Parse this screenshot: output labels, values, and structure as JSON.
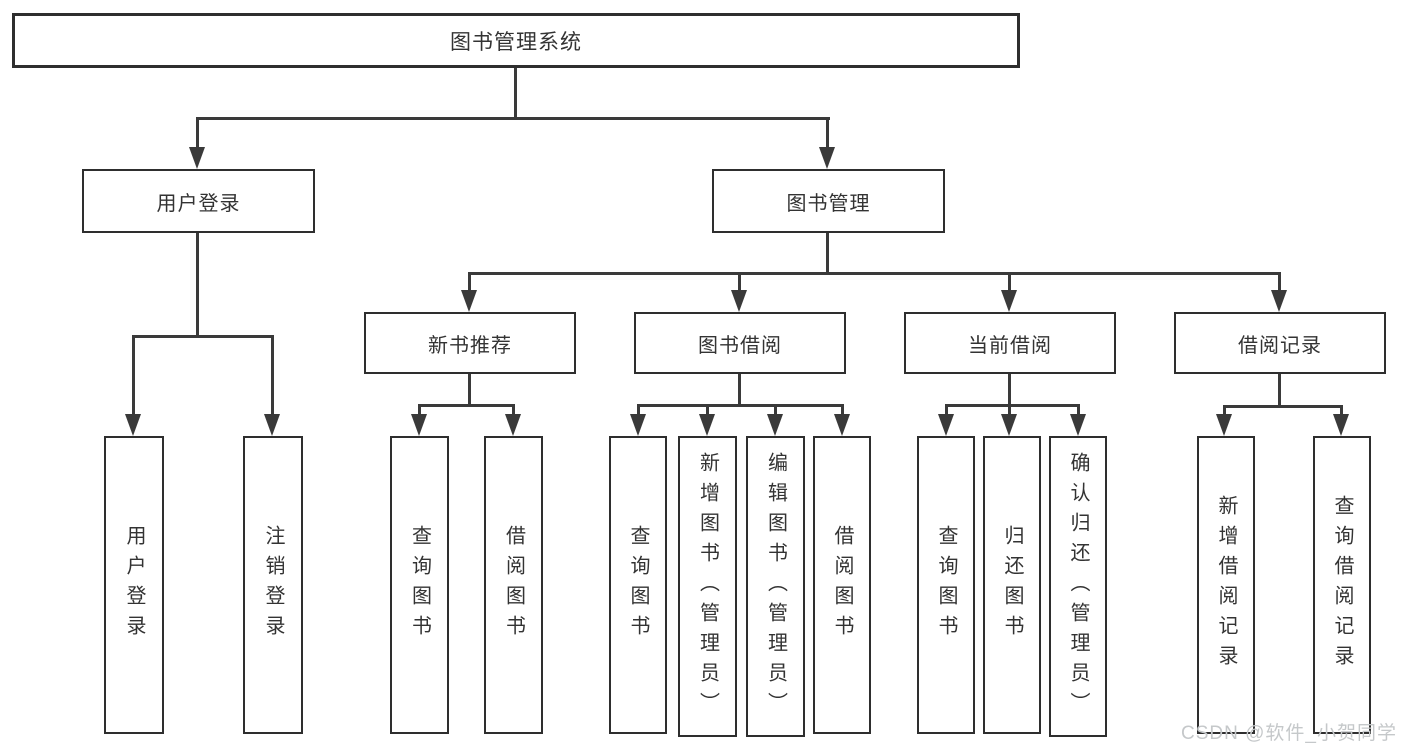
{
  "colors": {
    "background": "#ffffff",
    "line": "#3a3a3a",
    "box_border": "#2e2e2e",
    "text": "#333333",
    "watermark_text": "#c5c8ca"
  },
  "watermark": "CSDN @软件_小贺同学",
  "tree": {
    "root": {
      "label": "图书管理系统"
    },
    "level2": [
      {
        "label": "用户登录"
      },
      {
        "label": "图书管理"
      }
    ],
    "level3": [
      {
        "label": "新书推荐"
      },
      {
        "label": "图书借阅"
      },
      {
        "label": "当前借阅"
      },
      {
        "label": "借阅记录"
      }
    ],
    "leaves": {
      "user_login": [
        {
          "label": "用户登录"
        },
        {
          "label": "注销登录"
        }
      ],
      "new_book_recommendation": [
        {
          "label": "查询图书"
        },
        {
          "label": "借阅图书"
        }
      ],
      "book_borrowing": [
        {
          "label": "查询图书"
        },
        {
          "label": "新增图书（管理员）"
        },
        {
          "label": "编辑图书（管理员）"
        },
        {
          "label": "借阅图书"
        }
      ],
      "current_borrowing": [
        {
          "label": "查询图书"
        },
        {
          "label": "归还图书"
        },
        {
          "label": "确认归还（管理员）"
        }
      ],
      "borrowing_records": [
        {
          "label": "新增借阅记录"
        },
        {
          "label": "查询借阅记录"
        }
      ]
    }
  }
}
